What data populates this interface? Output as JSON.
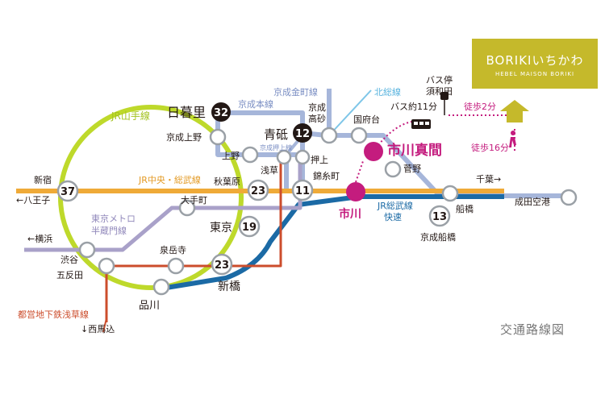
{
  "property": {
    "brand_title": "BORIKIいちかわ",
    "brand_subtitle": "HEBEL MAISON BORIKI"
  },
  "caption": "交通路線図",
  "lines": {
    "yamanote": "JR山手線",
    "keisei_main": "京成本線",
    "keisei_kanamachi": "京成金町線",
    "hokuso": "北総線",
    "chuo_sobu": "JR中央・総武線",
    "sobu_rapid": "JR総武線\n快速",
    "tokyo_metro": "東京メトロ\n半蔵門線",
    "asakusa": "都営地下鉄浅草線",
    "keisei_oshiage": "京成押上線"
  },
  "stations": {
    "nippori": "日暮里",
    "keisei_ueno": "京成上野",
    "ueno": "上野",
    "aoto": "青砥",
    "keisei_takasago": "京成\n高砂",
    "kokufudai": "国府台",
    "ichikawa_mama": "市川真間",
    "sugano": "菅野",
    "oshiage": "押上",
    "asakusa": "浅草",
    "kinshicho": "錦糸町",
    "ichikawa": "市川",
    "shinjuku": "新宿",
    "akihabara": "秋葉原",
    "otemachi": "大手町",
    "tokyo": "東京",
    "shibuya": "渋谷",
    "gotanda": "五反田",
    "sengakuji": "泉岳寺",
    "shinagawa": "品川",
    "shimbashi": "新橋",
    "funabashi": "船橋",
    "keisei_funabashi": "京成船橋",
    "narita_airport": "成田空港",
    "bus_stop": "バス停\n須和田"
  },
  "badges": {
    "nippori": "32",
    "aoto": "12",
    "shinjuku": "37",
    "akihabara": "23",
    "kinshicho": "11",
    "tokyo": "19",
    "shimbashi": "23",
    "funabashi": "13"
  },
  "directions": {
    "hachioji": "←八王子",
    "yokohama": "←横浜",
    "chiba": "千葉→",
    "nishimagome": "↓西馬込"
  },
  "routes": {
    "bus": "バス約11分",
    "walk_bus": "徒歩2分",
    "walk_station": "徒歩16分"
  },
  "colors": {
    "yamanote": "#bed92b",
    "keisei": "#a6b6da",
    "chuo_sobu": "#efaa38",
    "sobu_rapid": "#1b6aa5",
    "metro": "#a9a1c9",
    "asakusa": "#cc4d2c",
    "oedo": "#c77b3f",
    "highlight": "#c41c7e",
    "hokuso": "#7ec6e8",
    "brand": "#c5b92b"
  }
}
